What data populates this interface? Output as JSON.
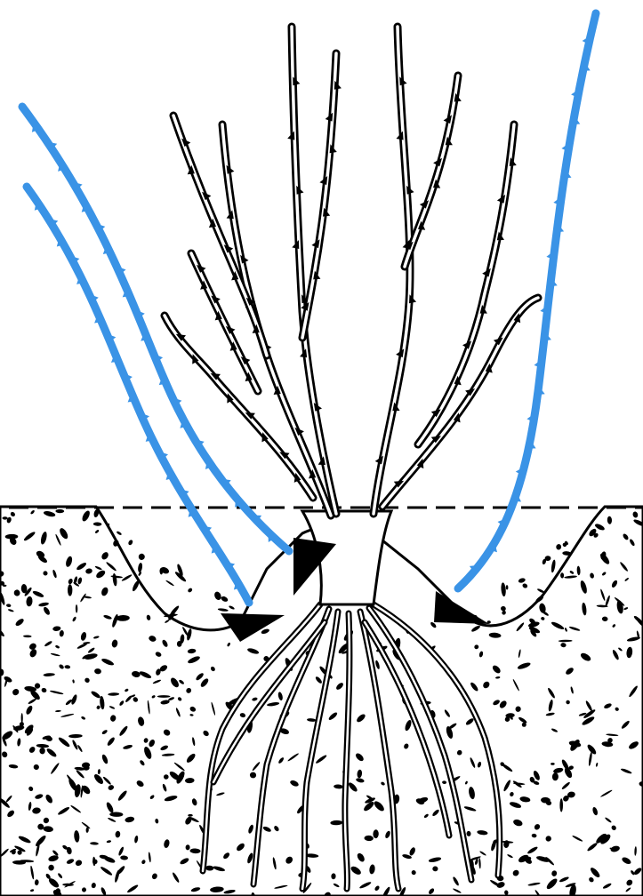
{
  "illustration": {
    "colors": {
      "background": "#ffffff",
      "ink": "#000000",
      "shoot_highlight": "#3a93e6",
      "soil_speckle": "#000000"
    },
    "elements": {
      "soil": "soil-mass",
      "planting_hole": "planting-hole",
      "ground_line": "dashed-ground-line",
      "rootstock": "rootstock-base",
      "roots": "root-system",
      "old_canes": "black-canes",
      "new_suckers": "blue-suckers",
      "cut_markers": "cut-arrows"
    }
  }
}
